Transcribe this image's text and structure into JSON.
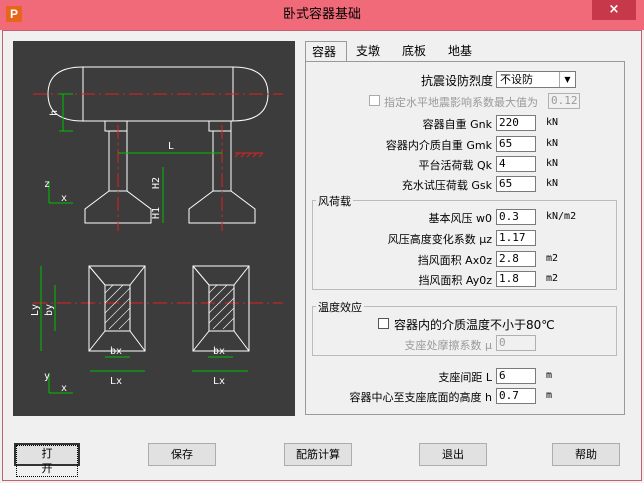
{
  "window": {
    "title": "卧式容器基础",
    "icon_letter": "P",
    "close_glyph": "×"
  },
  "tabs": [
    {
      "label": "容器",
      "active": true
    },
    {
      "label": "支墩",
      "active": false
    },
    {
      "label": "底板",
      "active": false
    },
    {
      "label": "地基",
      "active": false
    }
  ],
  "form": {
    "seismic_label": "抗震设防烈度",
    "seismic_value": "不设防",
    "seismic_arrow": "▼",
    "max_coef_label": "指定水平地震影响系数最大值为",
    "max_coef_value": "0.12",
    "weight_label": "容器自重 Gnk",
    "weight_value": "220",
    "weight_unit": "kN",
    "medium_label": "容器内介质自重 Gmk",
    "medium_value": "65",
    "medium_unit": "kN",
    "platform_label": "平台活荷载 Qk",
    "platform_value": "4",
    "platform_unit": "kN",
    "hydro_label": "充水试压荷载 Gsk",
    "hydro_value": "65",
    "hydro_unit": "kN"
  },
  "wind": {
    "title": "风荷载",
    "pressure_label": "基本风压 w0",
    "pressure_value": "0.3",
    "pressure_unit": "kN/m2",
    "height_coef_label": "风压高度变化系数 μz",
    "height_coef_value": "1.17",
    "area_x_label": "挡风面积 Ax0z",
    "area_x_value": "2.8",
    "area_x_unit": "m2",
    "area_y_label": "挡风面积 Ay0z",
    "area_y_value": "1.8",
    "area_y_unit": "m2"
  },
  "temperature": {
    "title": "温度效应",
    "check_label": "容器内的介质温度不小于80℃",
    "friction_label": "支座处摩擦系数 μ",
    "friction_value": "0"
  },
  "bottom_fields": {
    "spacing_label": "支座间距 L",
    "spacing_value": "6",
    "spacing_unit": "m",
    "height_label": "容器中心至支座底面的高度 h",
    "height_value": "0.7",
    "height_unit": "m"
  },
  "diagram_labels": {
    "h": "h",
    "L": "L",
    "H2": "H2",
    "H1": "H1",
    "z": "z",
    "x": "x",
    "y": "y",
    "Ly": "Ly",
    "by": "by",
    "bx": "bx",
    "Lx": "Lx"
  },
  "buttons": {
    "open": "打开",
    "save": "保存",
    "rebar": "配筋计算",
    "exit": "退出",
    "help": "帮助"
  },
  "colors": {
    "titlebar": "#f06a7a",
    "diagram_bg": "#3c3c3c",
    "dim_green": "#00c000",
    "center_red": "#e02020",
    "outline_white": "#ffffff"
  }
}
